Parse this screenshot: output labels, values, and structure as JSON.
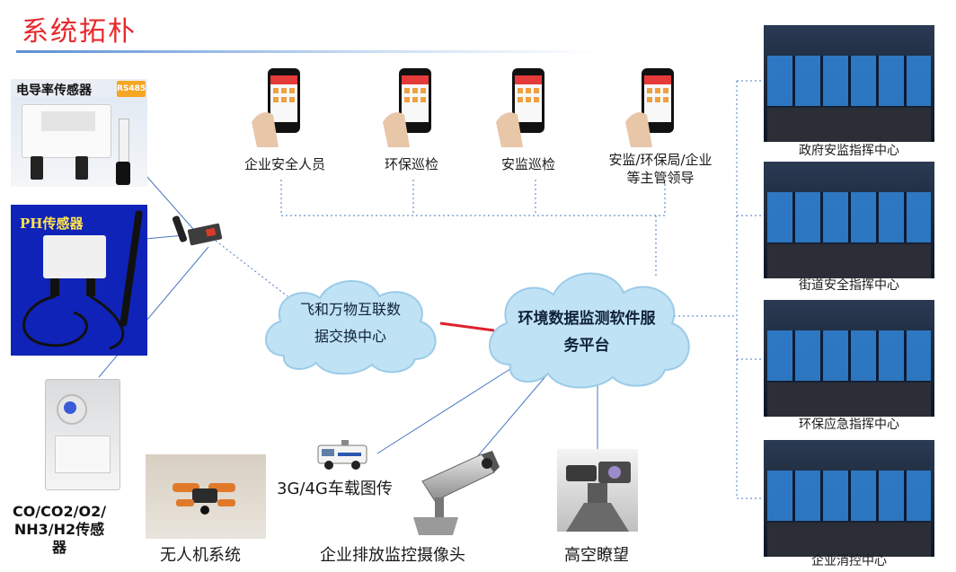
{
  "title": "系统拓朴",
  "colors": {
    "title": "#e8282d",
    "rule": "#8bb3e0",
    "line": "#4a78c2",
    "link": "#e0202a",
    "cloud": "#bfe2f5"
  },
  "sensors": {
    "conductivity": {
      "name_cn": "电导率传感器",
      "badge": "RS485"
    },
    "ph": {
      "name": "PH传感器"
    },
    "gas": {
      "label_lines": [
        "CO/CO2/O2/",
        "NH3/H2传感",
        "器"
      ]
    }
  },
  "mobile_users": [
    {
      "label": "企业安全人员"
    },
    {
      "label": "环保巡检"
    },
    {
      "label": "安监巡检"
    },
    {
      "label": "安监/环保局/企业等主管领导"
    }
  ],
  "clouds": {
    "exchange": {
      "lines": [
        "飞和万物互联数",
        "据交换中心"
      ]
    },
    "platform": {
      "lines": [
        "环境数据监测软件服",
        "务平台"
      ]
    }
  },
  "command_centers": [
    {
      "label": "政府安监指挥中心"
    },
    {
      "label": "街道安全指挥中心"
    },
    {
      "label": "环保应急指挥中心"
    },
    {
      "label": "企业消控中心"
    }
  ],
  "devices": {
    "vehicle": {
      "label": "3G/4G车载图传"
    },
    "drone": {
      "label": "无人机系统"
    },
    "camera": {
      "label": "企业排放监控摄像头"
    },
    "lookout": {
      "label": "高空瞭望"
    }
  }
}
